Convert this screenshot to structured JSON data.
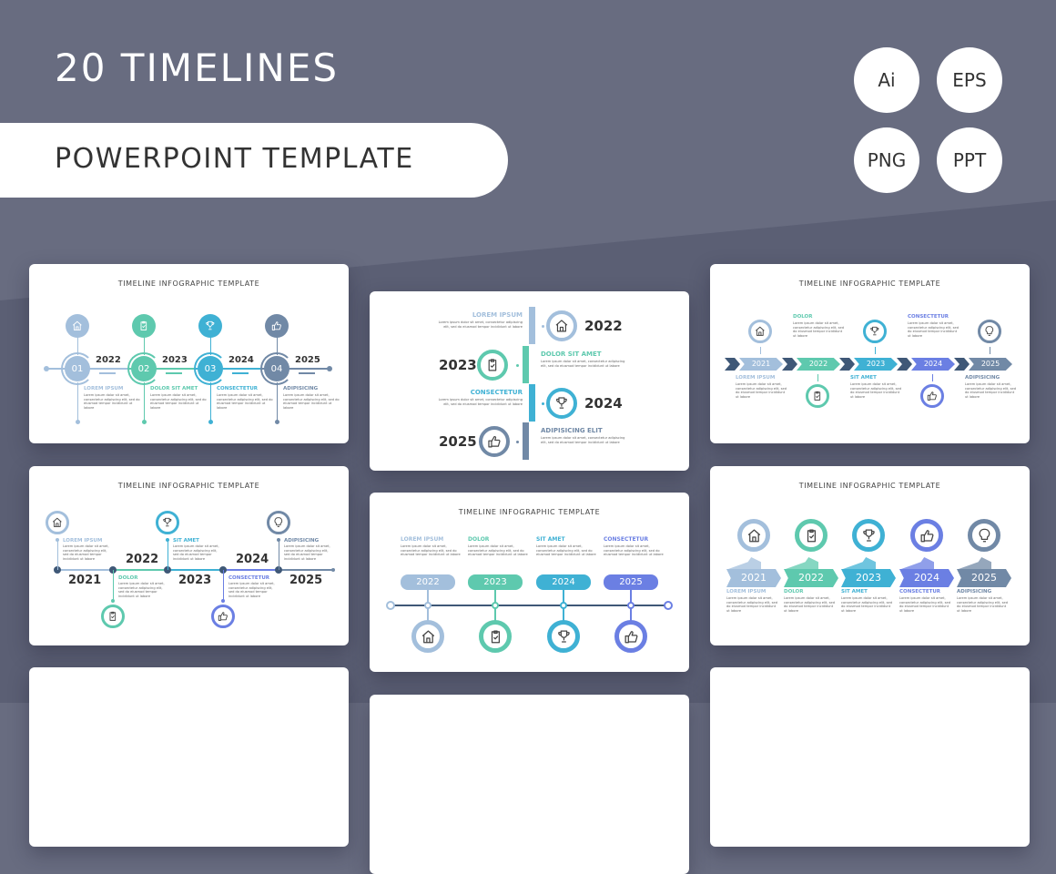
{
  "header": {
    "title": "20 TIMELINES",
    "subtitle": "POWERPOINT TEMPLATE"
  },
  "badges": [
    "Ai",
    "EPS",
    "PNG",
    "PPT"
  ],
  "colors": {
    "lightblue": "#a3bfdc",
    "teal": "#5ec9ae",
    "blue": "#3fb1d4",
    "slate": "#7189a6",
    "indigo": "#6b7fe3",
    "navy": "#3f5877"
  },
  "slide_title": "TIMELINE INFOGRAPHIC TEMPLATE",
  "body_text": "Lorem ipsum dolor sit amet, consectetur adipiscing elit, sed do eiusmod tempor incididunt ut labore",
  "slides": [
    {
      "items": [
        {
          "num": "01",
          "year": "2022",
          "head": "LOREM IPSUM",
          "icon": "home"
        },
        {
          "num": "02",
          "year": "2023",
          "head": "DOLOR SIT AMET",
          "icon": "clipboard"
        },
        {
          "num": "03",
          "year": "2024",
          "head": "CONSECTETUR",
          "icon": "trophy"
        },
        {
          "num": "04",
          "year": "2025",
          "head": "ADIPISICING",
          "icon": "thumb"
        }
      ]
    },
    {
      "items": [
        {
          "year": "2022",
          "head": "LOREM IPSUM",
          "icon": "home"
        },
        {
          "year": "2023",
          "head": "DOLOR SIT AMET",
          "icon": "clipboard"
        },
        {
          "year": "2024",
          "head": "CONSECTETUR",
          "icon": "trophy"
        },
        {
          "year": "2025",
          "head": "ADIPISICING ELIT",
          "icon": "thumb"
        }
      ]
    },
    {
      "items": [
        {
          "year": "2021",
          "head": "LOREM IPSUM",
          "icon": "home"
        },
        {
          "year": "2022",
          "head": "DOLOR",
          "icon": "clipboard"
        },
        {
          "year": "2023",
          "head": "SIT AMET",
          "icon": "trophy"
        },
        {
          "year": "2024",
          "head": "CONSECTETUR",
          "icon": "thumb"
        },
        {
          "year": "2025",
          "head": "ADIPISICING",
          "icon": "bulb"
        }
      ]
    },
    {
      "items": [
        {
          "year": "2021",
          "head": "LOREM IPSUM",
          "icon": "home"
        },
        {
          "year": "2022",
          "head": "DOLOR",
          "icon": "clipboard"
        },
        {
          "year": "2023",
          "head": "SIT AMET",
          "icon": "trophy"
        },
        {
          "year": "2024",
          "head": "CONSECTETUR",
          "icon": "thumb"
        },
        {
          "year": "2025",
          "head": "ADIPISICING",
          "icon": "bulb"
        }
      ]
    },
    {
      "items": [
        {
          "year": "2022",
          "head": "LOREM IPSUM",
          "icon": "home"
        },
        {
          "year": "2023",
          "head": "DOLOR",
          "icon": "clipboard"
        },
        {
          "year": "2024",
          "head": "SIT AMET",
          "icon": "trophy"
        },
        {
          "year": "2025",
          "head": "CONSECTETUR",
          "icon": "thumb"
        }
      ]
    },
    {
      "items": [
        {
          "year": "2021",
          "head": "LOREM IPSUM",
          "icon": "home"
        },
        {
          "year": "2022",
          "head": "DOLOR",
          "icon": "clipboard"
        },
        {
          "year": "2023",
          "head": "SIT AMET",
          "icon": "trophy"
        },
        {
          "year": "2024",
          "head": "CONSECTETUR",
          "icon": "thumb"
        },
        {
          "year": "2025",
          "head": "ADIPISICING",
          "icon": "bulb"
        }
      ]
    }
  ]
}
